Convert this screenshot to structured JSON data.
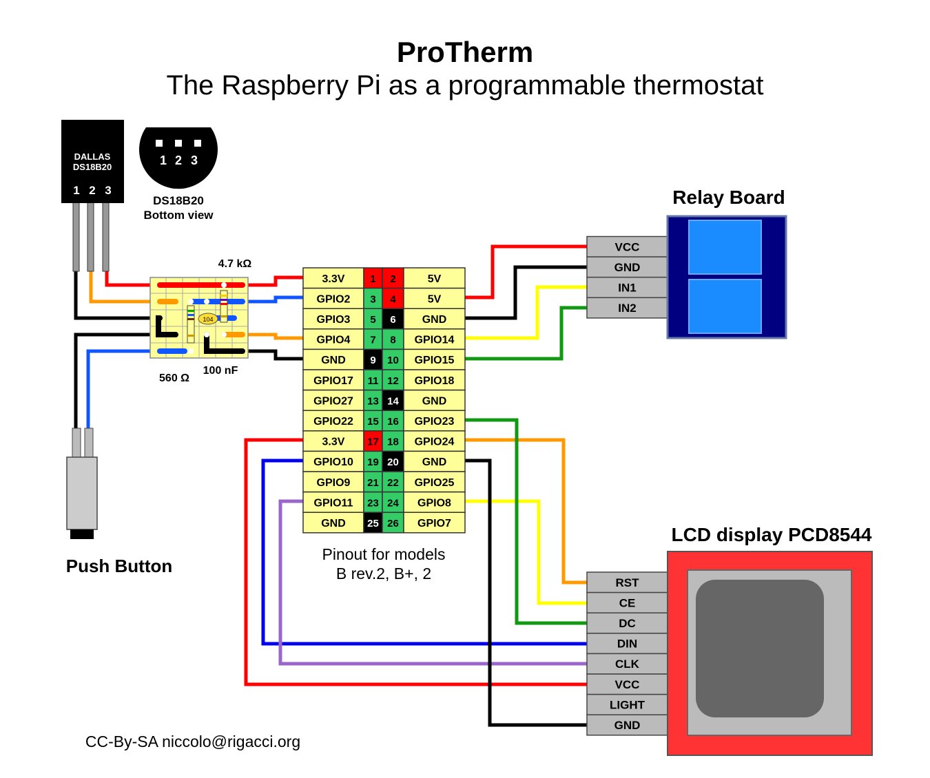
{
  "title": "ProTherm",
  "subtitle": "The Raspberry Pi as a programmable thermostat",
  "sensor": {
    "brand": "DALLAS",
    "model": "DS18B20",
    "pins": [
      "1",
      "2",
      "3"
    ],
    "bottom_view_model": "DS18B20",
    "bottom_view_label": "Bottom view"
  },
  "components": {
    "resistor_1": "4.7 kΩ",
    "resistor_2": "560 Ω",
    "capacitor": "100 nF",
    "capacitor_code": "104"
  },
  "push_button_label": "Push Button",
  "relay": {
    "title": "Relay Board",
    "pins": [
      "VCC",
      "GND",
      "IN1",
      "IN2"
    ]
  },
  "lcd": {
    "title": "LCD display PCD8544",
    "pins": [
      "RST",
      "CE",
      "DC",
      "DIN",
      "CLK",
      "VCC",
      "LIGHT",
      "GND"
    ]
  },
  "header_rows": [
    {
      "left": "3.3V",
      "lnum": "1",
      "rnum": "2",
      "right": "5V",
      "lcolor": "#ff0000",
      "rcolor": "#ff0000"
    },
    {
      "left": "GPIO2",
      "lnum": "3",
      "rnum": "4",
      "right": "5V",
      "lcolor": "#33cc66",
      "rcolor": "#ff0000"
    },
    {
      "left": "GPIO3",
      "lnum": "5",
      "rnum": "6",
      "right": "GND",
      "lcolor": "#33cc66",
      "rcolor": "#000000"
    },
    {
      "left": "GPIO4",
      "lnum": "7",
      "rnum": "8",
      "right": "GPIO14",
      "lcolor": "#33cc66",
      "rcolor": "#33cc66"
    },
    {
      "left": "GND",
      "lnum": "9",
      "rnum": "10",
      "right": "GPIO15",
      "lcolor": "#000000",
      "rcolor": "#33cc66"
    },
    {
      "left": "GPIO17",
      "lnum": "11",
      "rnum": "12",
      "right": "GPIO18",
      "lcolor": "#33cc66",
      "rcolor": "#33cc66"
    },
    {
      "left": "GPIO27",
      "lnum": "13",
      "rnum": "14",
      "right": "GND",
      "lcolor": "#33cc66",
      "rcolor": "#000000"
    },
    {
      "left": "GPIO22",
      "lnum": "15",
      "rnum": "16",
      "right": "GPIO23",
      "lcolor": "#33cc66",
      "rcolor": "#33cc66"
    },
    {
      "left": "3.3V",
      "lnum": "17",
      "rnum": "18",
      "right": "GPIO24",
      "lcolor": "#ff0000",
      "rcolor": "#33cc66"
    },
    {
      "left": "GPIO10",
      "lnum": "19",
      "rnum": "20",
      "right": "GND",
      "lcolor": "#33cc66",
      "rcolor": "#000000"
    },
    {
      "left": "GPIO9",
      "lnum": "21",
      "rnum": "22",
      "right": "GPIO25",
      "lcolor": "#33cc66",
      "rcolor": "#33cc66"
    },
    {
      "left": "GPIO11",
      "lnum": "23",
      "rnum": "24",
      "right": "GPIO8",
      "lcolor": "#33cc66",
      "rcolor": "#33cc66"
    },
    {
      "left": "GND",
      "lnum": "25",
      "rnum": "26",
      "right": "GPIO7",
      "lcolor": "#000000",
      "rcolor": "#33cc66"
    }
  ],
  "pinout_caption_1": "Pinout for models",
  "pinout_caption_2": "B rev.2, B+, 2",
  "credit": "CC-By-SA niccolo@rigacci.org"
}
